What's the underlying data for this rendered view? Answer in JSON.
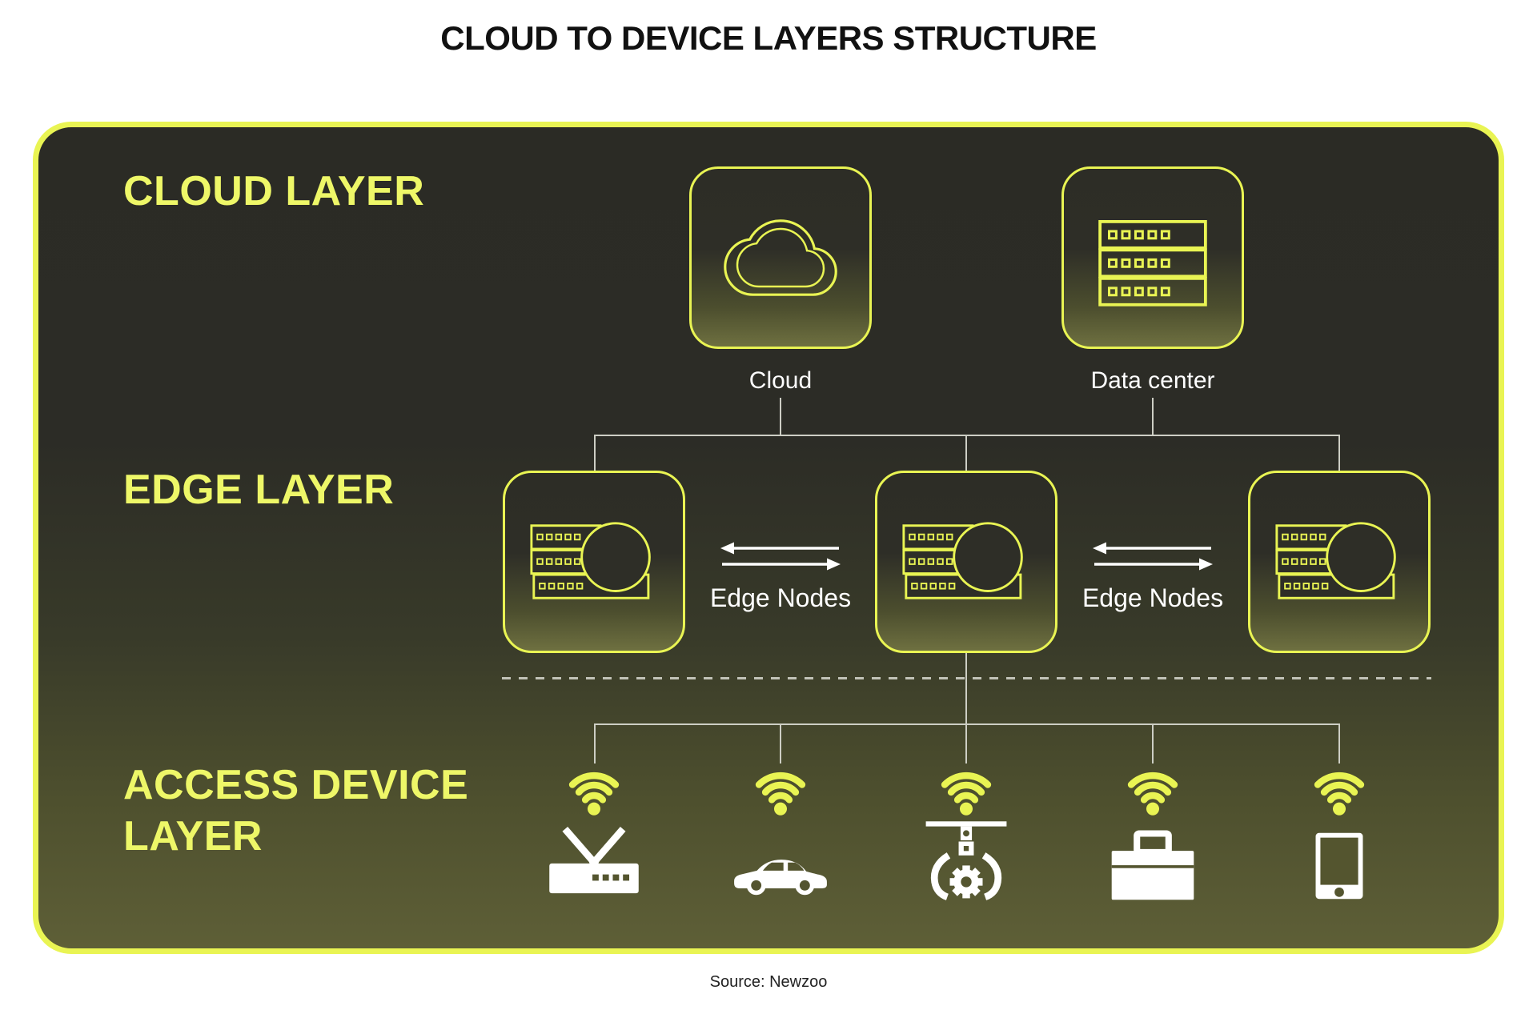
{
  "title": "CLOUD TO DEVICE LAYERS STRUCTURE",
  "source_note": "Source: Newzoo",
  "colors": {
    "accent": "#e9f453",
    "heading": "#eef768",
    "connector": "#cdcec4",
    "panel_top": "#2b2b25",
    "panel_bottom": "#5e5f37",
    "title_text": "#111111",
    "source_text": "#222222"
  },
  "cloud_layer": {
    "heading": "CLOUD LAYER",
    "nodes": [
      {
        "icon": "cloud-icon",
        "label": "Cloud"
      },
      {
        "icon": "server-rack-icon",
        "label": "Data center"
      }
    ]
  },
  "edge_layer": {
    "heading": "EDGE LAYER",
    "nodes": [
      {
        "icon": "edge-server-icon"
      },
      {
        "icon": "edge-server-icon"
      },
      {
        "icon": "edge-server-icon"
      }
    ],
    "links": [
      {
        "label": "Edge Nodes"
      },
      {
        "label": "Edge Nodes"
      }
    ]
  },
  "access_layer": {
    "heading": "ACCESS DEVICE LAYER",
    "signal_icon": "wifi-icon",
    "devices": [
      {
        "icon": "router-icon"
      },
      {
        "icon": "car-icon"
      },
      {
        "icon": "robotic-arm-icon"
      },
      {
        "icon": "briefcase-icon"
      },
      {
        "icon": "tablet-icon"
      }
    ]
  }
}
